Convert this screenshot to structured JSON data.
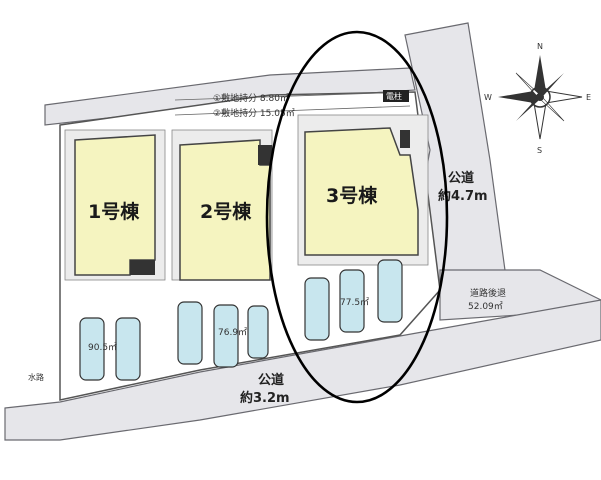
{
  "buildings": [
    {
      "label": "1号棟"
    },
    {
      "label": "2号棟"
    },
    {
      "label": "3号棟"
    }
  ],
  "areas": {
    "lot1_area": "90.5㎡",
    "lot2_area": "76.9㎡",
    "lot3_area": "77.5㎡",
    "strip_a": "①敷地持分 8.80㎡",
    "strip_b": "②敷地持分 15.05㎡"
  },
  "roads": {
    "east_title": "公道",
    "east_width": "約4.7m",
    "south_title": "公道",
    "south_width": "約3.2m",
    "setback_title": "道路後退",
    "setback_area": "52.09㎡",
    "small_tag": "電柱",
    "left_tag": "水路"
  },
  "compass": {
    "n": "N",
    "s": "S",
    "e": "E",
    "w": "W"
  },
  "colors": {
    "building_fill": "#f5f4c0",
    "road_fill": "#e6e6ea",
    "car_fill": "#c8e6ee",
    "highlight_ellipse": "#000000"
  }
}
